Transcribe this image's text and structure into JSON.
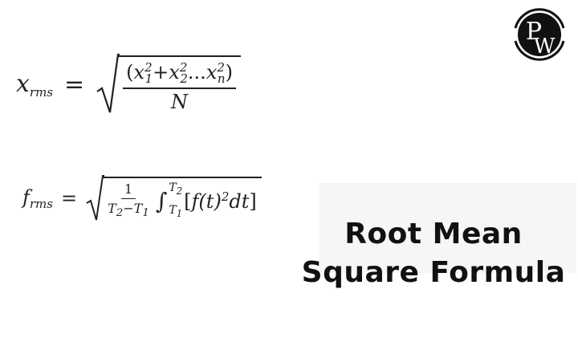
{
  "logo": {
    "letters": [
      "P",
      "W"
    ],
    "label": "PW"
  },
  "formula1": {
    "lhs": "x",
    "lhs_sub": "rms",
    "equals": "=",
    "numerator": {
      "open": "(",
      "terms": [
        {
          "var": "x",
          "sup": "2",
          "sub": "1"
        },
        {
          "op": "+"
        },
        {
          "var": "x",
          "sup": "2",
          "sub": "2"
        },
        {
          "op": "..."
        },
        {
          "var": "x",
          "sup": "2",
          "sub": "n"
        }
      ],
      "close": ")"
    },
    "denominator": "N"
  },
  "formula2": {
    "lhs": "f",
    "lhs_sub": "rms",
    "equals": "=",
    "coef_num": "1",
    "coef_den": {
      "a": "T",
      "a_sub": "2",
      "minus": "−",
      "b": "T",
      "b_sub": "1"
    },
    "integral": "∫",
    "upper": {
      "v": "T",
      "sub": "2"
    },
    "lower": {
      "v": "T",
      "sub": "1"
    },
    "integrand": {
      "open": "[",
      "f": "f(t)",
      "sup": "2",
      "dt": "dt",
      "close": "]"
    }
  },
  "title": {
    "line1": "Root Mean",
    "line2": "Square Formula"
  },
  "colors": {
    "panel": "#f6f6f6",
    "text": "#111111",
    "logo_bg": "#111111",
    "logo_fg": "#ffffff"
  }
}
